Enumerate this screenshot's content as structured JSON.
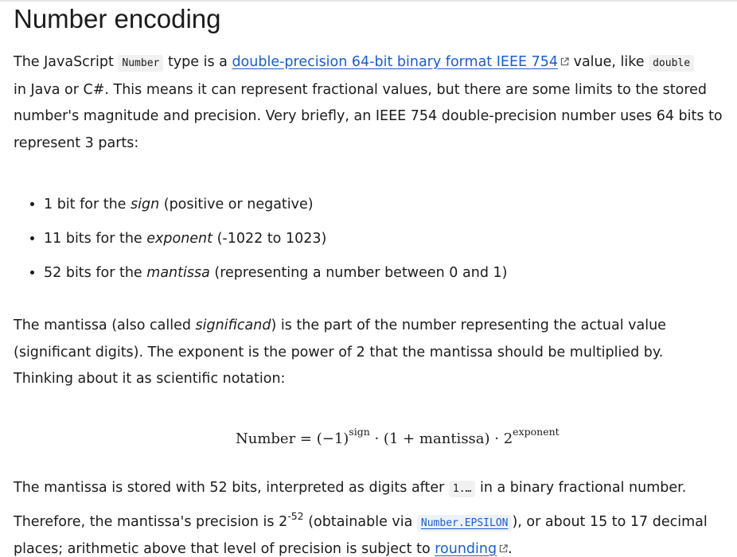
{
  "heading": "Number encoding",
  "intro": {
    "t1": "The JavaScript ",
    "code_number": "Number",
    "t2": " type is a ",
    "link_ieee": "double-precision 64-bit binary format IEEE 754",
    "t3": " value, like ",
    "code_double": "double",
    "line2": "in Java or C#. This means it can represent fractional values, but there are some limits to the stored",
    "line3": "number's magnitude and precision. Very briefly, an IEEE 754 double-precision number uses 64 bits to",
    "line4": "represent 3 parts:"
  },
  "bullets": [
    {
      "pre": "1 bit for the ",
      "em": "sign",
      "post": " (positive or negative)"
    },
    {
      "pre": "11 bits for the ",
      "em": "exponent",
      "post": " (-1022 to 1023)"
    },
    {
      "pre": "52 bits for the ",
      "em": "mantissa",
      "post": " (representing a number between 0 and 1)"
    }
  ],
  "mantissa_para": {
    "t1": "The mantissa (also called ",
    "em": "significand",
    "t2": ") is the part of the number representing the actual value",
    "line2": "(significant digits). The exponent is the power of 2 that the mantissa should be multiplied by.",
    "line3": "Thinking about it as scientific notation:"
  },
  "formula": {
    "lhs": "Number = (−1)",
    "sup_sign": "sign",
    "mid": " · (1 + mantissa) · 2",
    "sup_exponent": "exponent"
  },
  "precision_para": {
    "t1": "The mantissa is stored with 52 bits, interpreted as digits after ",
    "code_one": "1.…",
    "t2": " in a binary fractional number.",
    "l2_t1": "Therefore, the mantissa's precision is 2",
    "l2_sup": "-52",
    "l2_t2": " (obtainable via ",
    "code_epsilon": "Number.EPSILON",
    "l2_t3": "), or about 15 to 17 decimal",
    "l3_t1": "places; arithmetic above that level of precision is subject to ",
    "link_rounding": "rounding",
    "l3_t2": "."
  },
  "icons": {
    "external_link": "external-link-icon"
  },
  "colors": {
    "link": "#1a5ec9",
    "text": "#1b1b1b",
    "code_bg": "#f2f1f1"
  }
}
